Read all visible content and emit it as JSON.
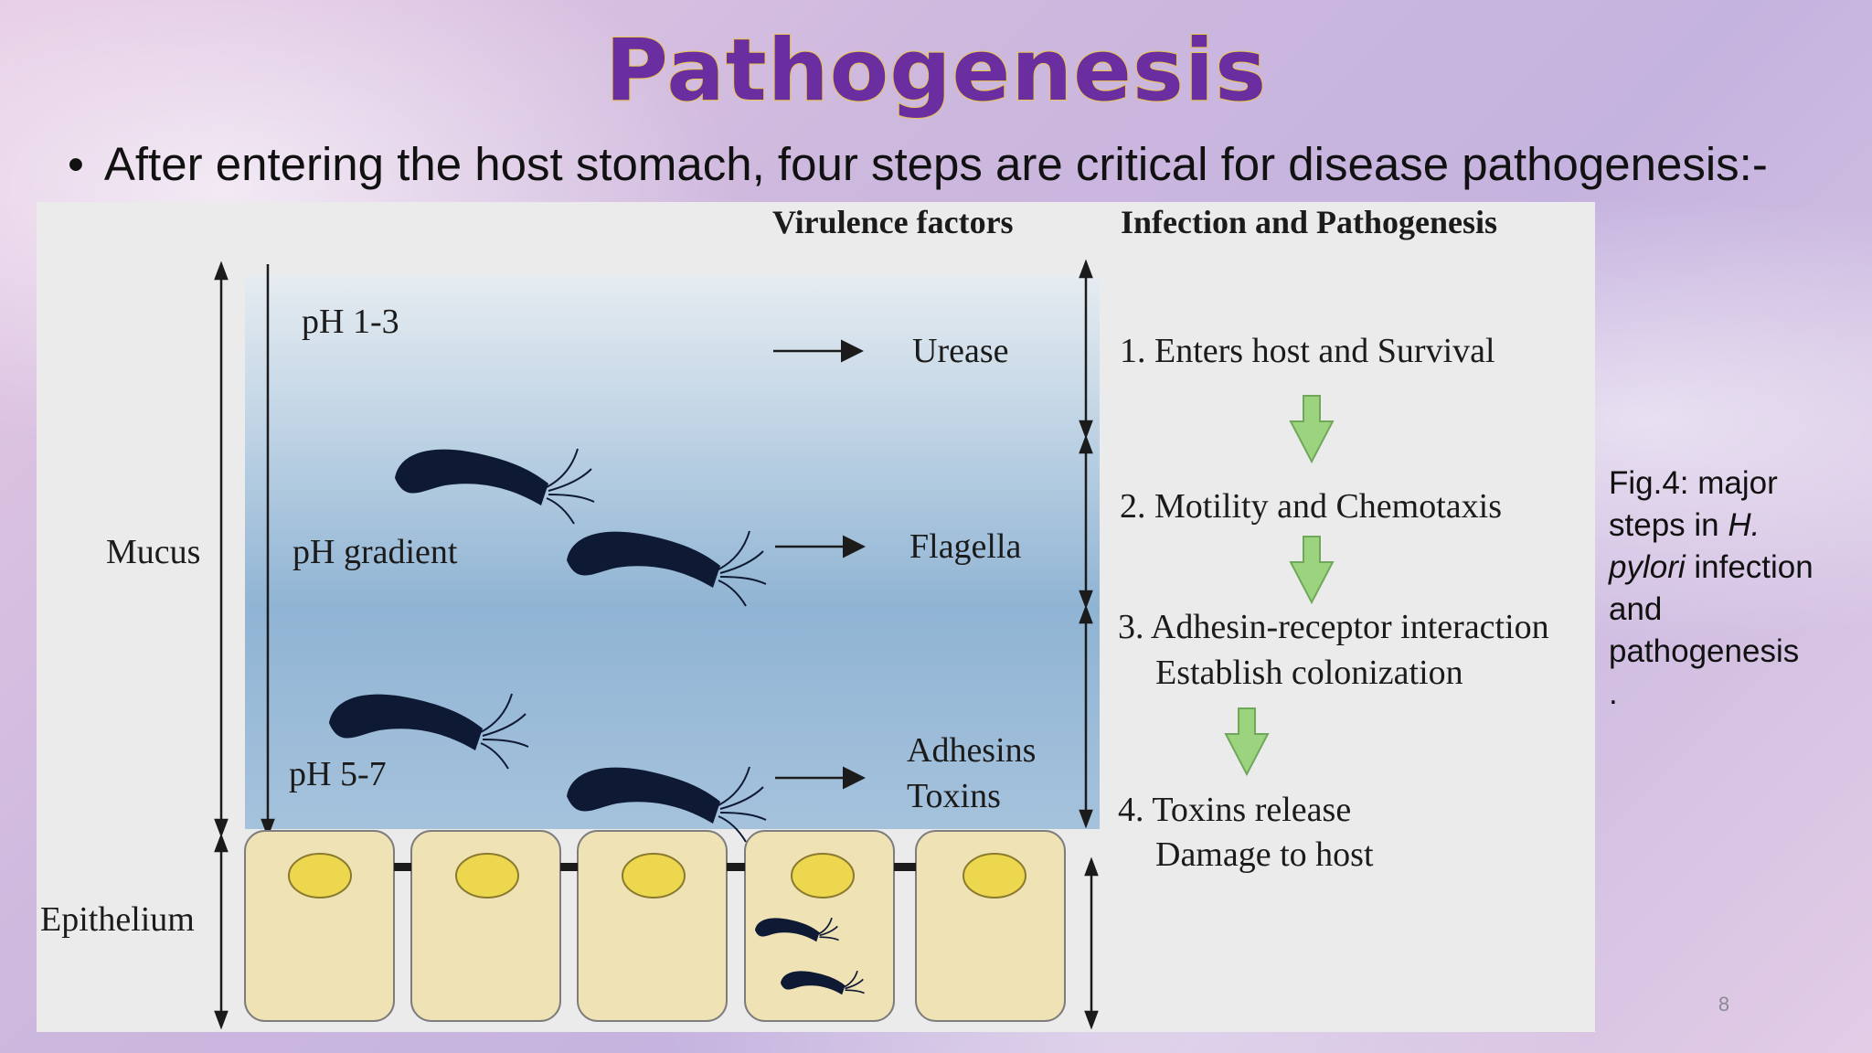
{
  "title": "Pathogenesis",
  "bullet": "After entering the host stomach, four steps are critical for disease pathogenesis:-",
  "figure": {
    "headers": {
      "virulence": "Virulence factors",
      "infection": "Infection and Pathogenesis"
    },
    "layers": {
      "mucus": "Mucus",
      "epithelium": "Epithelium"
    },
    "ph_labels": [
      "pH 1-3",
      "pH gradient",
      "pH 5-7"
    ],
    "virulence_factors": [
      "Urease",
      "Flagella",
      "Adhesins",
      "Toxins"
    ],
    "steps": [
      {
        "line1": "1. Enters host and Survival",
        "line2": ""
      },
      {
        "line1": "2. Motility and Chemotaxis",
        "line2": ""
      },
      {
        "line1": "3. Adhesin-receptor interaction",
        "line2": "Establish colonization"
      },
      {
        "line1": "4. Toxins release",
        "line2": "Damage to host"
      }
    ],
    "colors": {
      "mucus_top": "#e6ecf1",
      "mucus_bottom": "#8fb3d3",
      "cell_fill": "#efe2b4",
      "nucleus_fill": "#ecd74e",
      "bacterium": "#0e1a33",
      "step_arrow": "#9cd37f"
    }
  },
  "caption": {
    "prefix": "Fig.4: major steps in ",
    "italic": "H. pylori",
    "suffix": " infection and pathogenesis",
    "end": "."
  },
  "page_number": "8"
}
